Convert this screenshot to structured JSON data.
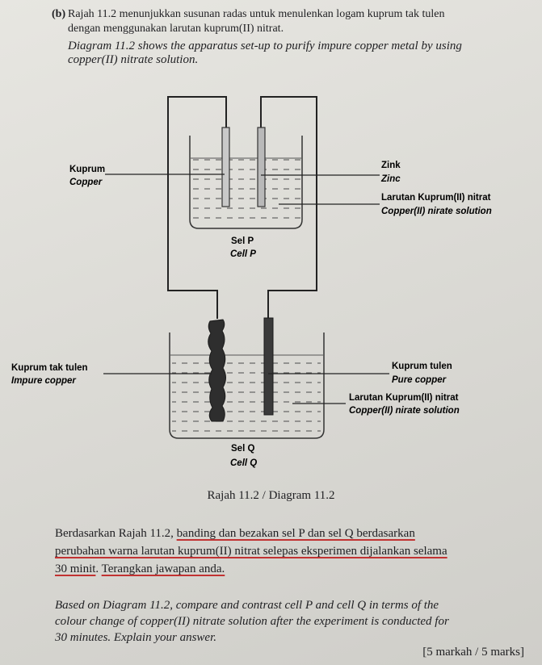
{
  "header": {
    "question_label": "(b)",
    "intro_ms_line1": "Rajah 11.2 menunjukkan susunan radas untuk menulenkan logam kuprum tak tulen",
    "intro_ms_line2": "dengan menggunakan larutan kuprum(II) nitrat.",
    "intro_en_line1": "Diagram 11.2 shows the apparatus set-up to purify impure copper metal by using",
    "intro_en_line2": "copper(II) nitrate solution."
  },
  "diagram": {
    "cell_p": {
      "label_ms": "Sel P",
      "label_en": "Cell P",
      "left_electrode_ms": "Kuprum",
      "left_electrode_en": "Copper",
      "right_electrode_ms": "Zink",
      "right_electrode_en": "Zinc",
      "solution_ms": "Larutan Kuprum(II) nitrat",
      "solution_en": "Copper(II) nirate solution"
    },
    "cell_q": {
      "label_ms": "Sel Q",
      "label_en": "Cell Q",
      "left_electrode_ms": "Kuprum tak tulen",
      "left_electrode_en": "Impure copper",
      "right_electrode_ms": "Kuprum tulen",
      "right_electrode_en": "Pure copper",
      "solution_ms": "Larutan Kuprum(II) nitrat",
      "solution_en": "Copper(II) nirate solution"
    },
    "caption": "Rajah 11.2 / Diagram 11.2"
  },
  "question": {
    "ms_line1_plain": "Berdasarkan Rajah 11.2, ",
    "ms_line1_underlined": "banding dan bezakan sel P dan sel Q berdasarkan",
    "ms_line2": "perubahan warna larutan kuprum(II) nitrat selepas eksperimen dijalankan selama",
    "ms_line3_a": "30 minit",
    "ms_line3_mid": ". ",
    "ms_line3_b": "Terangkan jawapan anda.",
    "en_line1": "Based on Diagram 11.2, compare and contrast cell P and cell Q in terms of the",
    "en_line2": "colour change of copper(II) nitrate solution after the experiment is conducted for",
    "en_line3": "30 minutes. Explain your answer.",
    "marks": "[5 markah / 5 marks]"
  }
}
